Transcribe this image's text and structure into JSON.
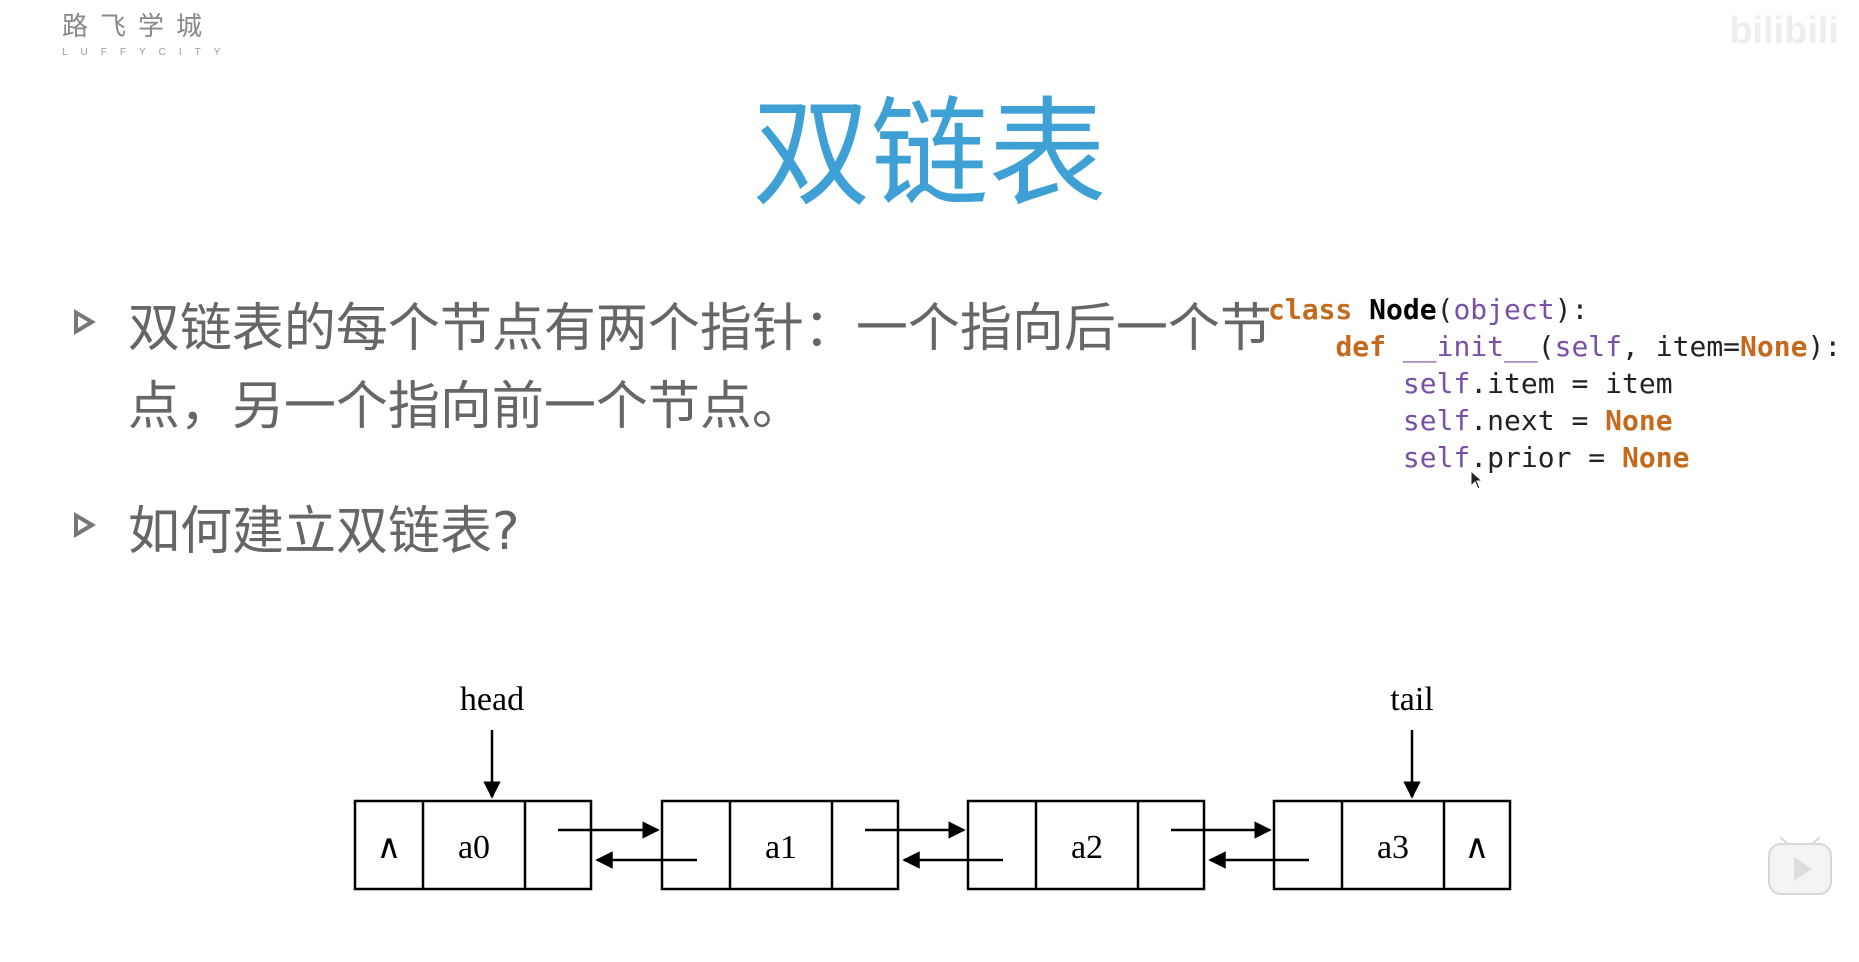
{
  "logo": {
    "cn": "路飞学城",
    "en": "LUFFYCITY"
  },
  "watermark": "bilibili",
  "title": "双链表",
  "bullets": [
    {
      "text": "双链表的每个节点有两个指针：一个指向后一个节点，另一个指向前一个节点。"
    },
    {
      "text": "如何建立双链表?"
    }
  ],
  "code": {
    "kw_class": "class",
    "class_name": "Node",
    "open_paren": "(",
    "base": "object",
    "class_end": "):",
    "kw_def": "def",
    "fn_name": "__init__",
    "fn_open": "(",
    "param_self": "self",
    "fn_params": ", item=",
    "default_none": "None",
    "fn_end": "):",
    "self1": "self",
    "line3_rest": ".item = item",
    "self2": "self",
    "line4_mid": ".next = ",
    "none2": "None",
    "self3": "self",
    "line5_mid": ".prior = ",
    "none3": "None"
  },
  "diagram": {
    "head_label": "head",
    "tail_label": "tail",
    "null_symbol": "∧",
    "nodes": [
      "a0",
      "a1",
      "a2",
      "a3"
    ]
  }
}
